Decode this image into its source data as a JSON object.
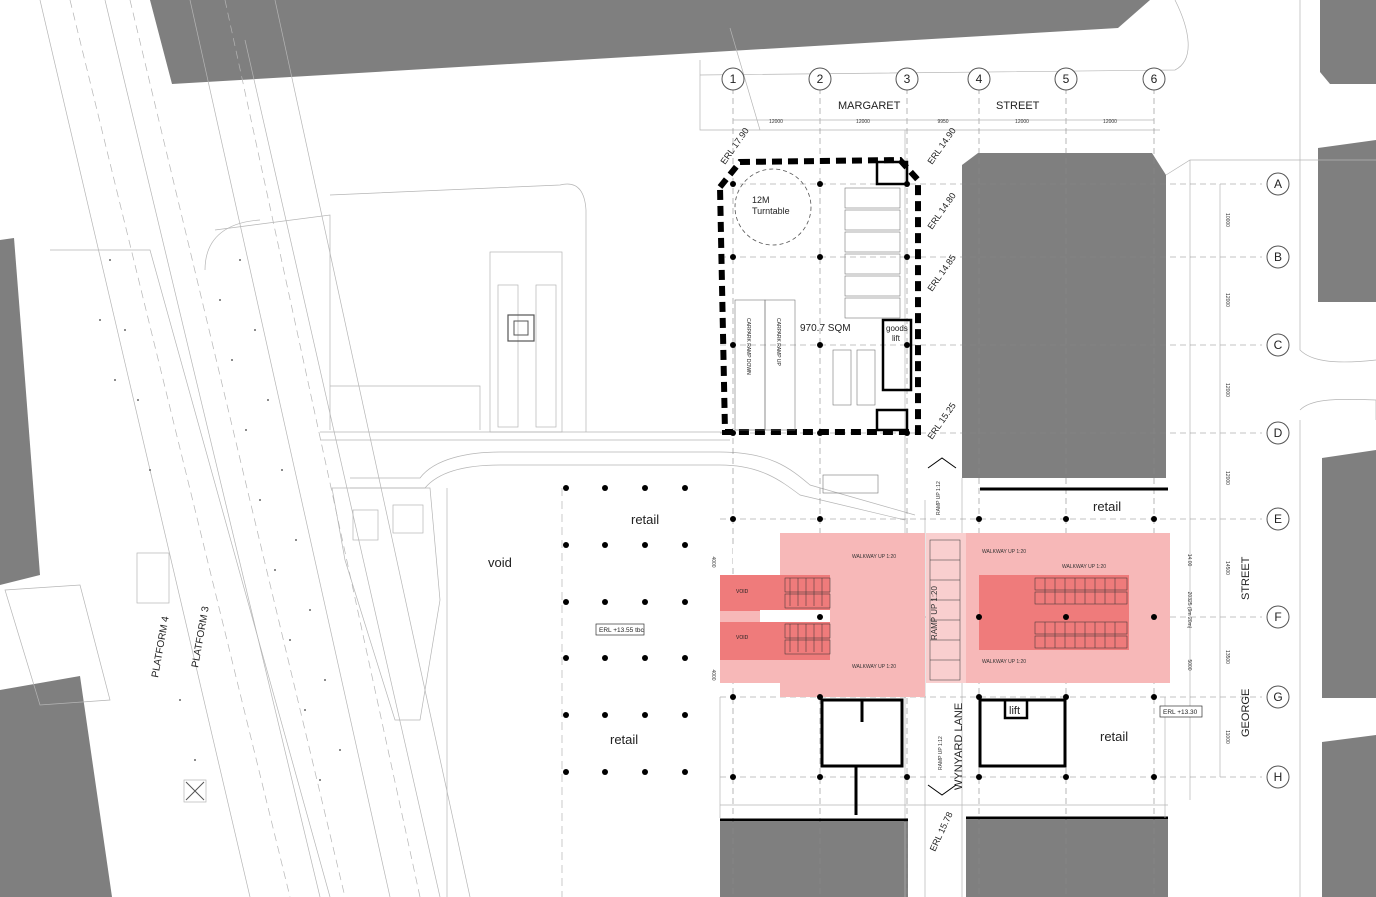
{
  "grid": {
    "columns": [
      "1",
      "2",
      "3",
      "4",
      "5",
      "6"
    ],
    "rows": [
      "A",
      "B",
      "C",
      "D",
      "E",
      "F",
      "G",
      "H"
    ],
    "column_spacings": [
      "12000",
      "12000",
      "9950",
      "12000",
      "12000"
    ],
    "row_spacings": [
      "10000",
      "12000",
      "12000",
      "12000",
      "14500",
      "13500",
      "11000",
      "13000"
    ],
    "side_dims": [
      "14.00",
      "20325 (9m 20m)",
      "5000",
      "4000",
      "4000"
    ]
  },
  "streets": {
    "margaret_1": "MARGARET",
    "margaret_2": "STREET",
    "george_1": "STREET",
    "george_2": "GEORGE",
    "wynyard": "WYNYARD LANE"
  },
  "platforms": {
    "p4": "PLATFORM 4",
    "p3": "PLATFORM 3"
  },
  "levels": {
    "erl_1790": "ERL 17.90",
    "erl_1490": "ERL 14.90",
    "erl_1480": "ERL 14.80",
    "erl_1485": "ERL 14.85",
    "erl_1525": "ERL 15.25",
    "erl_1578": "ERL 15.78",
    "erl_1355": "ERL +13.55 tbc",
    "erl_1330": "ERL +13.30"
  },
  "rooms": {
    "turntable_1": "12M",
    "turntable_2": "Turntable",
    "area": "970.7 SQM",
    "goods_lift_1": "goods",
    "goods_lift_2": "lift",
    "ramp_down": "CARPARK RAMP DOWN",
    "ramp_up": "CARPARK RAMP UP",
    "void_big": "void",
    "void_1": "VOID",
    "void_2": "VOID",
    "retail_top_left": "retail",
    "retail_small": "retail",
    "retail_bottom_left": "retail",
    "retail_top_right": "retail",
    "retail_bottom_right": "retail",
    "lift": "lift"
  },
  "ramps": {
    "walkway_left_top": "WALKWAY UP 1:20",
    "walkway_left_bottom": "WALKWAY UP 1:20",
    "walkway_right_top": "WALKWAY UP 1:20",
    "walkway_right_mid": "WALKWAY UP 1:20",
    "walkway_right_bottom": "WALKWAY UP 1:20",
    "ramp_up_112_top": "RAMP UP 1:12",
    "ramp_up_112_bottom": "RAMP UP 1:12",
    "ramp_up_120": "RAMP UP 1:20"
  },
  "colors": {
    "building": "#7f7f7f",
    "pink_light": "#f7b8b8",
    "pink_dark": "#ef7b7b",
    "line": "#000000"
  }
}
